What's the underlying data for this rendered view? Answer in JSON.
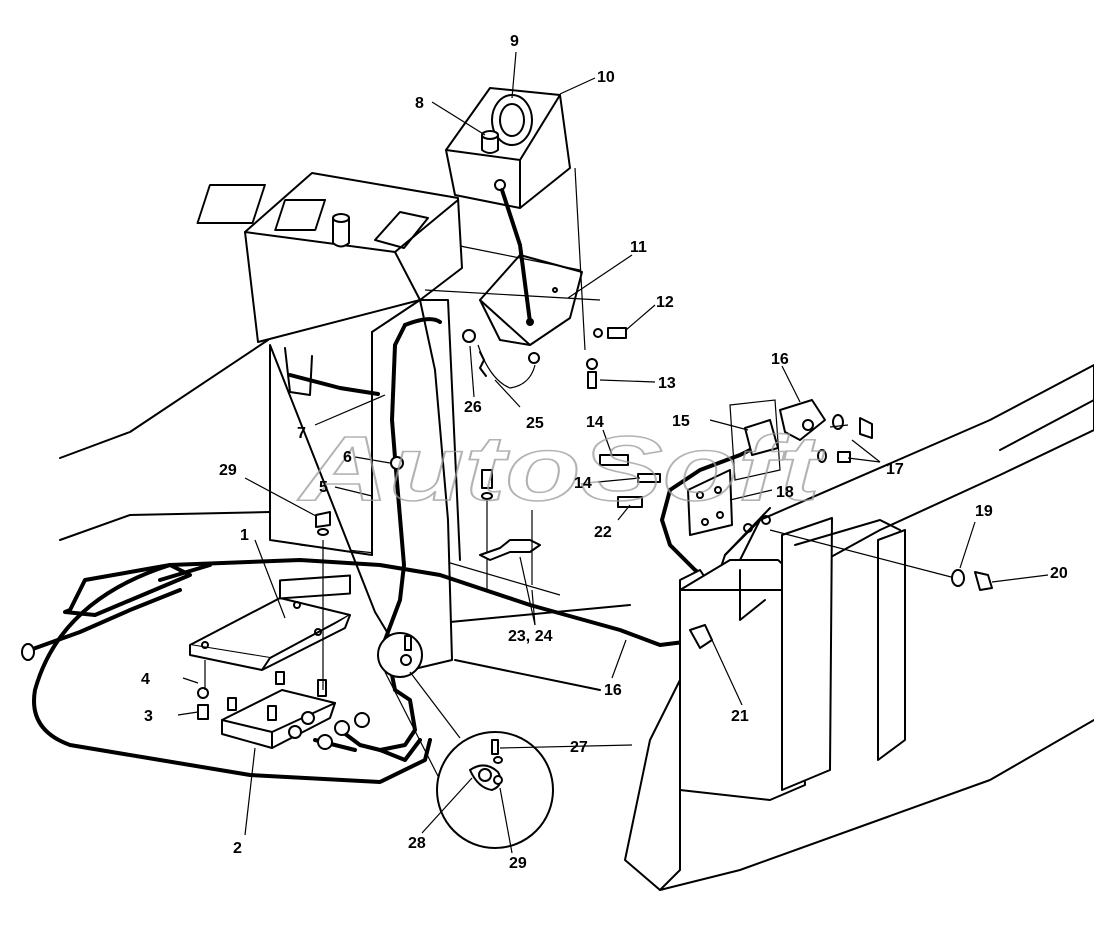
{
  "watermark": "AutoSoft",
  "callouts": [
    "1",
    "2",
    "3",
    "4",
    "5",
    "6",
    "7",
    "8",
    "9",
    "10",
    "11",
    "12",
    "13",
    "14",
    "14",
    "15",
    "16",
    "16",
    "17",
    "18",
    "19",
    "20",
    "21",
    "22",
    "23, 24",
    "25",
    "26",
    "27",
    "28",
    "29",
    "29"
  ]
}
